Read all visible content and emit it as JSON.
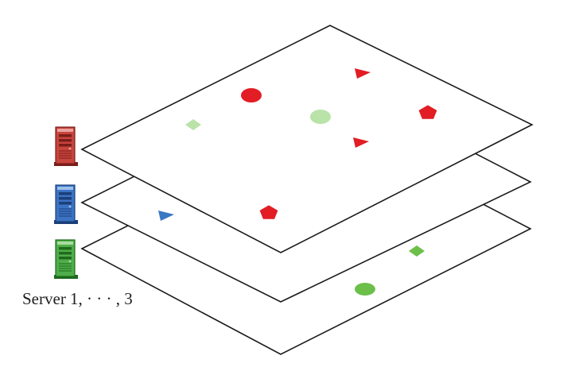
{
  "caption": "Server 1, · · · , 3",
  "servers": [
    {
      "icon": "server-icon",
      "color": "#c8443c",
      "dark": "#7a1e1a",
      "light": "#e9a39c"
    },
    {
      "icon": "server-icon",
      "color": "#3b73c4",
      "dark": "#1b3f78",
      "light": "#9cc0ea"
    },
    {
      "icon": "server-icon",
      "color": "#4fae4a",
      "dark": "#1f6a1c",
      "light": "#a8dca0"
    }
  ],
  "colors": {
    "red": "#e21d24",
    "light_green": "#b9e3a8",
    "blue": "#3a77c4",
    "green": "#6cc04a",
    "plane_stroke": "#1a1a1a",
    "plane_fill": "#ffffff"
  },
  "layers": [
    {
      "name": "layer-server-3",
      "server_color": "green",
      "objects": [
        {
          "shape": "diamond",
          "color": "blue"
        },
        {
          "shape": "diamond",
          "color": "green"
        },
        {
          "shape": "circle",
          "color": "green"
        }
      ]
    },
    {
      "name": "layer-server-2",
      "server_color": "blue",
      "objects": [
        {
          "shape": "triangle",
          "color": "blue"
        }
      ]
    },
    {
      "name": "layer-server-1",
      "server_color": "red",
      "objects": [
        {
          "shape": "circle",
          "color": "red"
        },
        {
          "shape": "triangle",
          "color": "red"
        },
        {
          "shape": "circle",
          "color": "light_green"
        },
        {
          "shape": "diamond",
          "color": "light_green"
        },
        {
          "shape": "pentagon",
          "color": "red"
        },
        {
          "shape": "triangle",
          "color": "red"
        },
        {
          "shape": "pentagon",
          "color": "red"
        }
      ]
    }
  ]
}
